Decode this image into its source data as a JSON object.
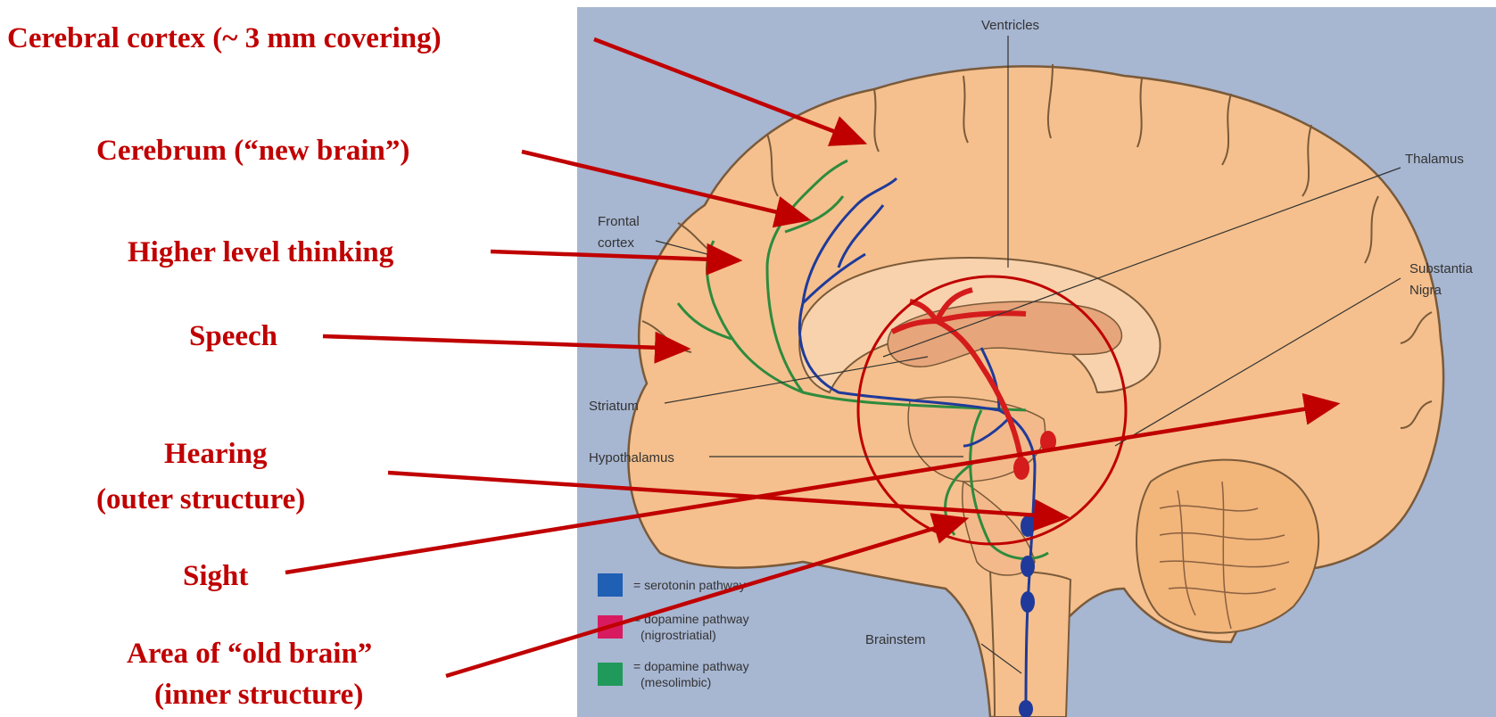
{
  "callouts": {
    "cortex": "Cerebral cortex (~ 3 mm covering)",
    "cerebrum": "Cerebrum (“new brain”)",
    "thinking": "Higher level thinking",
    "speech": "Speech",
    "hearing_1": "Hearing",
    "hearing_2": "(outer structure)",
    "sight": "Sight",
    "oldbrain_1": "Area of “old brain”",
    "oldbrain_2": "(inner structure)"
  },
  "labels": {
    "ventricles": "Ventricles",
    "thalamus": "Thalamus",
    "frontal_1": "Frontal",
    "frontal_2": "cortex",
    "substantia_1": "Substantia",
    "substantia_2": "Nigra",
    "striatum": "Striatum",
    "hypothalamus": "Hypothalamus",
    "brainstem": "Brainstem"
  },
  "legend": [
    {
      "color": "#1f5fb4",
      "line1": "= serotonin pathway",
      "line2": ""
    },
    {
      "color": "#d81b60",
      "line1": "= dopamine pathway",
      "line2": "(nigrostriatial)"
    },
    {
      "color": "#1f9a5a",
      "line1": "= dopamine pathway",
      "line2": "(mesolimbic)"
    }
  ],
  "colors": {
    "background_panel": "#a7b6d1",
    "brain": "#f5c08d",
    "callout": "#c00000",
    "serotonin": "#1f3a9a",
    "dopamine_nigro": "#d41c1c",
    "dopamine_meso": "#2e8b3e"
  }
}
